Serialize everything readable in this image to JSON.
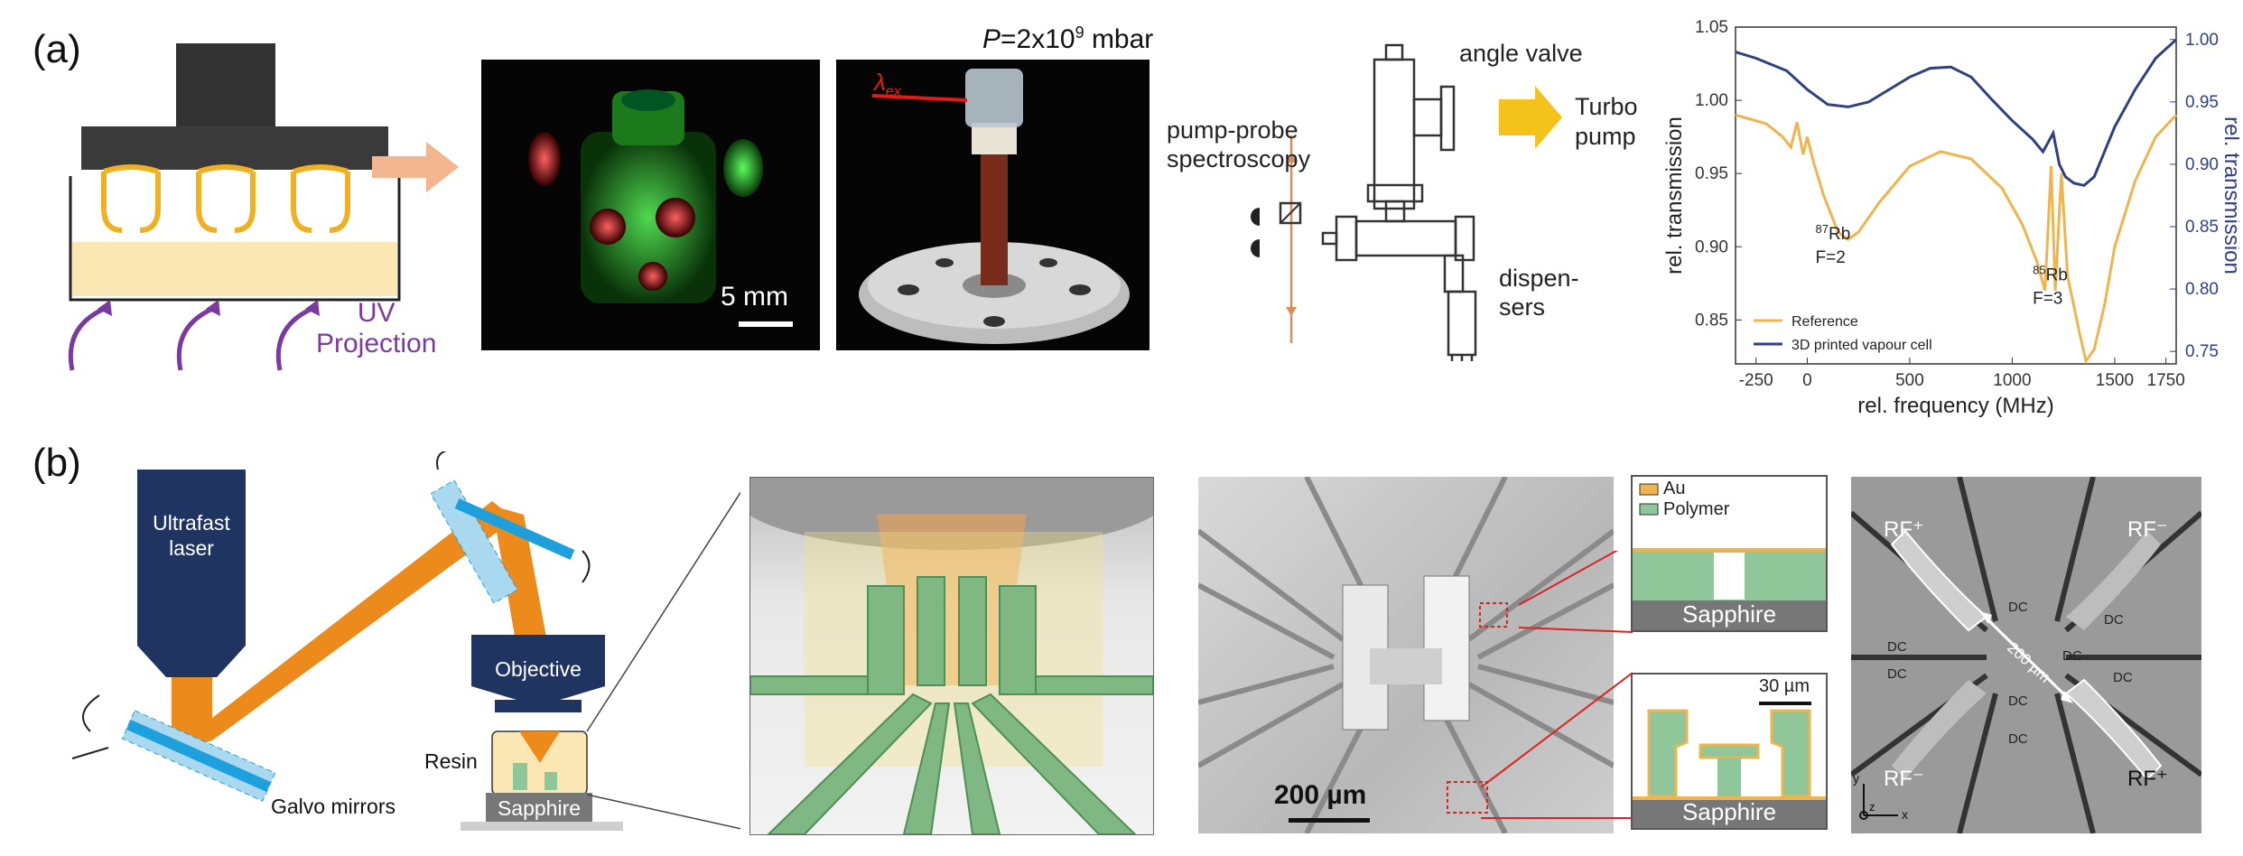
{
  "panels": {
    "a": {
      "label": "(a)"
    },
    "b": {
      "label": "(b)"
    }
  },
  "panel_a": {
    "projection_label": "UV Projection",
    "projection_word1": "UV",
    "projection_word2": "Projection",
    "scalebar_photo": "5 mm",
    "pressure_label_P": "P",
    "pressure_label_rest": "=2x10",
    "pressure_exp": "9",
    "pressure_unit": " mbar",
    "lambda_symbol": "λ",
    "lambda_sub": "ex",
    "setup": {
      "angle_valve": "angle valve",
      "turbo": "Turbo",
      "pump": "pump",
      "pump_probe_1": "pump-probe",
      "pump_probe_2": "spectroscopy",
      "dispensers_1": "dispen-",
      "dispensers_2": "sers"
    }
  },
  "chart_data": {
    "type": "line",
    "title": "",
    "xlabel": "rel. frequency (MHz)",
    "ylabel": "rel. transmission",
    "y2label": "rel. transmission",
    "xlim": [
      -350,
      1800
    ],
    "ylim": [
      0.82,
      1.05
    ],
    "y2lim": [
      0.74,
      1.01
    ],
    "xticks": [
      "-250",
      "0",
      "500",
      "1000",
      "1500",
      "1750"
    ],
    "xtick_values": [
      -250,
      0,
      500,
      1000,
      1500,
      1750
    ],
    "yticks": [
      "0.85",
      "0.90",
      "0.95",
      "1.00",
      "1.05"
    ],
    "ytick_values": [
      0.85,
      0.9,
      0.95,
      1.0,
      1.05
    ],
    "y2ticks": [
      "0.75",
      "0.80",
      "0.85",
      "0.90",
      "0.95",
      "1.00"
    ],
    "y2tick_values": [
      0.75,
      0.8,
      0.85,
      0.9,
      0.95,
      1.0
    ],
    "legend_position": "bottom-left",
    "annotations": [
      {
        "iso": "87",
        "element": "Rb",
        "level": "F=2",
        "x": 40,
        "y": 0.905
      },
      {
        "iso": "85",
        "element": "Rb",
        "level": "F=3",
        "x": 1100,
        "y": 0.877
      }
    ],
    "series": [
      {
        "name": "Reference",
        "color": "#f0b44c",
        "axis": "left",
        "x": [
          -350,
          -300,
          -200,
          -120,
          -80,
          -50,
          -20,
          0,
          30,
          80,
          150,
          200,
          250,
          350,
          500,
          650,
          800,
          950,
          1050,
          1120,
          1160,
          1190,
          1210,
          1240,
          1270,
          1300,
          1330,
          1360,
          1400,
          1450,
          1500,
          1600,
          1700,
          1800
        ],
        "y": [
          0.99,
          0.988,
          0.984,
          0.975,
          0.968,
          0.985,
          0.963,
          0.975,
          0.958,
          0.935,
          0.91,
          0.905,
          0.91,
          0.93,
          0.955,
          0.965,
          0.96,
          0.94,
          0.915,
          0.89,
          0.87,
          0.955,
          0.87,
          0.95,
          0.88,
          0.86,
          0.84,
          0.822,
          0.83,
          0.86,
          0.9,
          0.945,
          0.975,
          0.99
        ]
      },
      {
        "name": "3D printed vapour cell",
        "color": "#2f3f7f",
        "axis": "right",
        "x": [
          -350,
          -250,
          -100,
          0,
          100,
          200,
          300,
          400,
          500,
          600,
          700,
          800,
          900,
          1000,
          1100,
          1150,
          1200,
          1230,
          1260,
          1300,
          1350,
          1400,
          1450,
          1500,
          1600,
          1700,
          1800
        ],
        "y": [
          0.99,
          0.985,
          0.975,
          0.96,
          0.948,
          0.946,
          0.95,
          0.96,
          0.97,
          0.977,
          0.978,
          0.97,
          0.952,
          0.935,
          0.92,
          0.91,
          0.925,
          0.9,
          0.89,
          0.885,
          0.883,
          0.89,
          0.91,
          0.93,
          0.96,
          0.985,
          1.0
        ]
      }
    ]
  },
  "panel_b": {
    "laser": {
      "line1": "Ultrafast",
      "line2": "laser"
    },
    "objective": "Objective",
    "resin": "Resin",
    "sapphire": "Sapphire",
    "galvo": "Galvo mirrors",
    "sem_scalebar": "200 µm",
    "cross_section": {
      "legend_au": "Au",
      "legend_polymer": "Polymer",
      "sapphire_top": "Sapphire",
      "sapphire_bottom": "Sapphire",
      "scalebar": "30 µm"
    },
    "trap": {
      "rf_plus": "RF⁺",
      "rf_minus": "RF⁻",
      "dc": "DC",
      "distance": "200 µm",
      "axis_y": "y",
      "axis_z": "z",
      "axis_x": "x"
    }
  },
  "colors": {
    "orange_beam": "#ec8a1c",
    "navy": "#1f3461",
    "mirror": "#1ea0dc",
    "polymer_green": "#8fc79a",
    "gold": "#e8a93a",
    "printer_yellow": "#f5c542",
    "projection_purple": "#7a3aa0"
  }
}
